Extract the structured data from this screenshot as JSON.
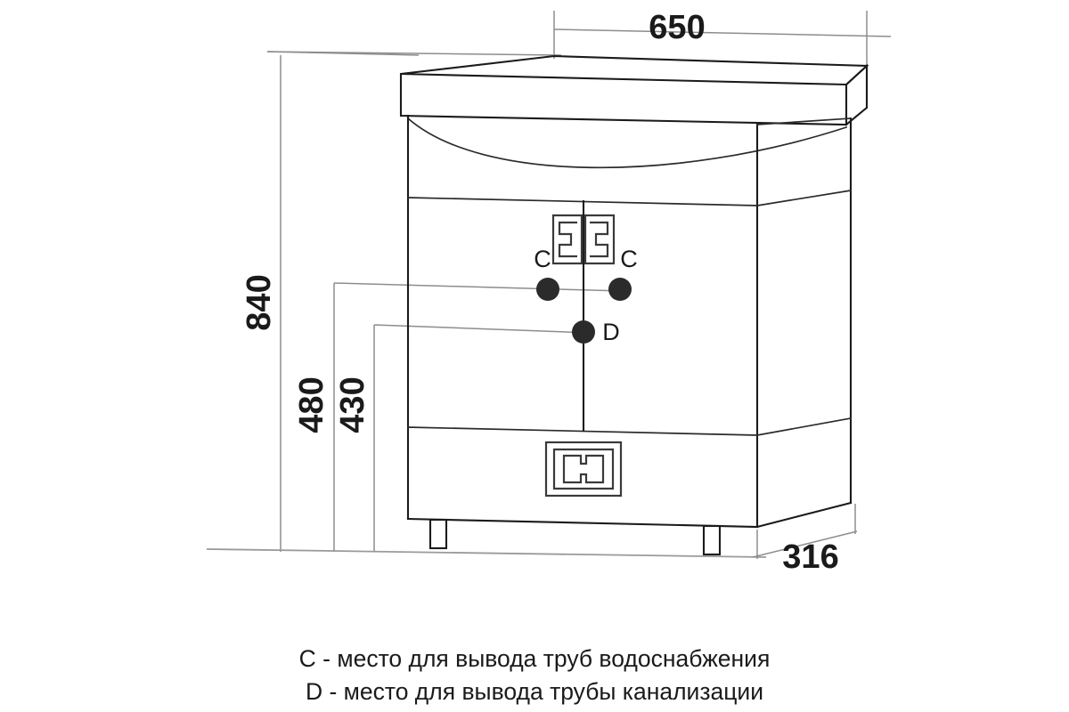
{
  "drawing": {
    "title": "Bathroom vanity cabinet with washbasin - dimensioned technical drawing",
    "units": "mm",
    "line_color": "#1b1b1b",
    "dimension_line_color": "#8d8d8d",
    "dot_color": "#2b2b2b",
    "background": "#ffffff"
  },
  "dimensions": {
    "width": {
      "value": "650",
      "name": "overall-width",
      "orientation": "horizontal",
      "position": "top"
    },
    "height_total": {
      "value": "840",
      "name": "overall-height",
      "orientation": "vertical-rotated",
      "position": "left-outer"
    },
    "height_water": {
      "value": "480",
      "name": "water-supply-height",
      "orientation": "vertical-rotated",
      "position": "left-middle"
    },
    "height_drain": {
      "value": "430",
      "name": "drain-outlet-height",
      "orientation": "vertical-rotated",
      "position": "left-inner"
    },
    "depth": {
      "value": "316",
      "name": "overall-depth",
      "orientation": "horizontal",
      "position": "bottom-right"
    }
  },
  "ports": {
    "water_left": {
      "label": "C",
      "name": "water-supply-left"
    },
    "water_right": {
      "label": "C",
      "name": "water-supply-right"
    },
    "drain": {
      "label": "D",
      "name": "drain-outlet"
    }
  },
  "legend": {
    "lines": [
      "C - место для вывода труб водоснабжения",
      "D - место для вывода трубы канализации"
    ],
    "line_1": "C - место для вывода труб водоснабжения",
    "line_2": "D - место для вывода трубы канализации"
  },
  "cabinet": {
    "parts": {
      "countertop": "washbasin-countertop",
      "apron": "curved-apron",
      "door_left": "left-door",
      "door_right": "right-door",
      "drawer": "bottom-drawer",
      "leg_left": "left-leg",
      "leg_right": "right-leg",
      "side_panel": "right-side-panel"
    },
    "handles": {
      "door_handle": "greek-key-door-handle",
      "drawer_handle": "square-drawer-handle"
    }
  }
}
